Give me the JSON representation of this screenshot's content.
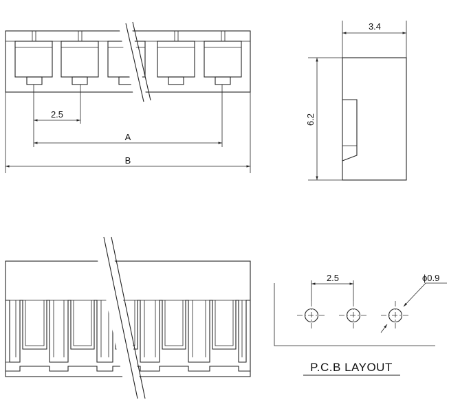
{
  "dimensions": {
    "pitch_top": "2.5",
    "length_a": "A",
    "length_b": "B",
    "width": "3.4",
    "height": "6.2",
    "pcb_pitch": "2.5",
    "hole_diameter": "ϕ0.9"
  },
  "pcb_layout_title": "P.C.B LAYOUT"
}
